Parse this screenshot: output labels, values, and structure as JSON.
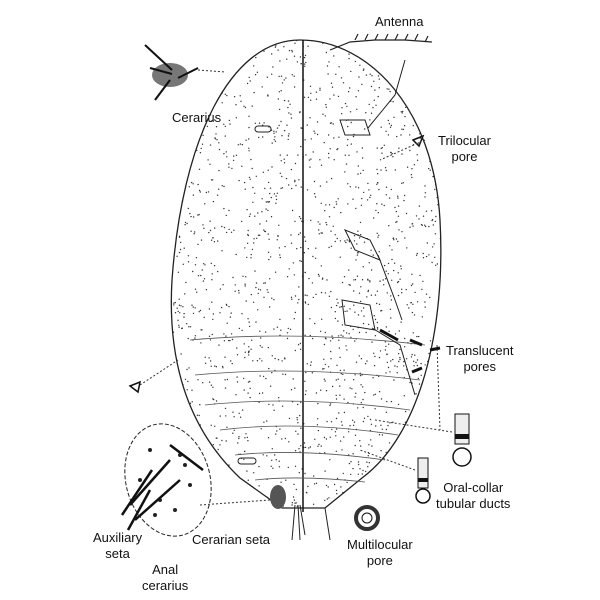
{
  "labels": {
    "antenna": "Antenna",
    "cerarius": "Cerarius",
    "trilocular": [
      "Trilocular",
      "pore"
    ],
    "translucent": [
      "Translucent",
      "pores"
    ],
    "oral_collar": [
      "Oral-collar",
      "tubular ducts"
    ],
    "multilocular": [
      "Multilocular",
      "pore"
    ],
    "cerarian_seta": "Cerarian seta",
    "auxiliary": [
      "Auxiliary",
      "seta"
    ],
    "anal_cerarius": [
      "Anal",
      "cerarius"
    ]
  }
}
